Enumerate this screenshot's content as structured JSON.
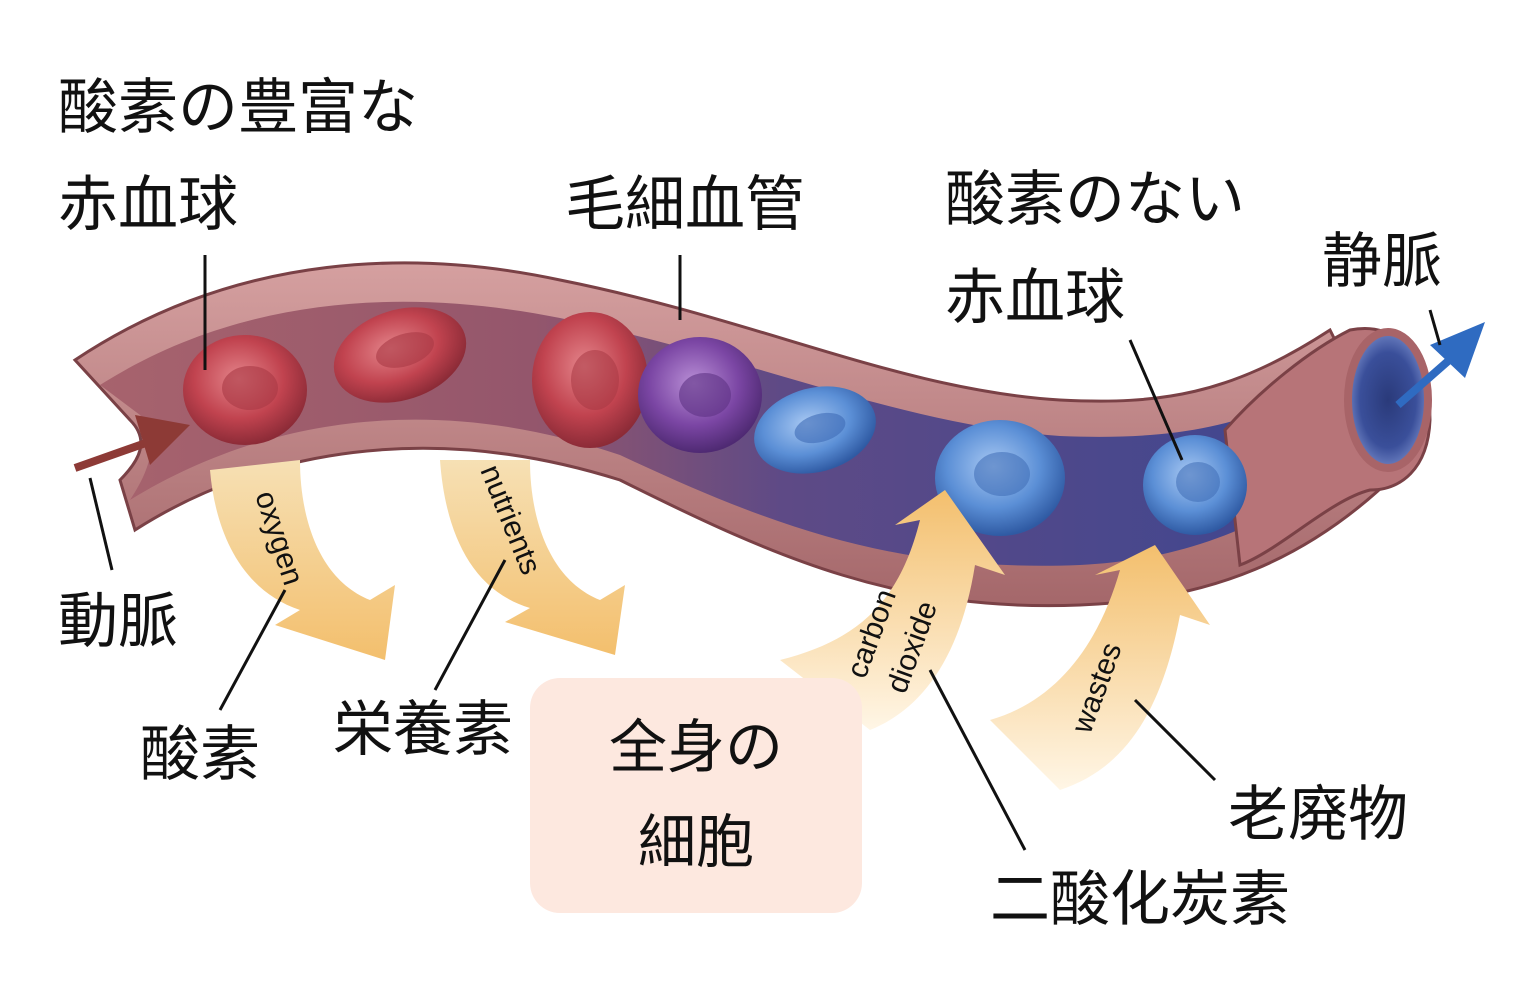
{
  "labels": {
    "oxygen_rich_line1": "酸素の豊富な",
    "oxygen_rich_line2": "赤血球",
    "capillary": "毛細血管",
    "oxygen_poor_line1": "酸素のない",
    "oxygen_poor_line2": "赤血球",
    "vein": "静脈",
    "artery": "動脈",
    "oxygen": "酸素",
    "nutrients": "栄養素",
    "body_cells_line1": "全身の",
    "body_cells_line2": "細胞",
    "waste": "老廃物",
    "carbon_dioxide": "二酸化炭素"
  },
  "arrow_labels": {
    "oxygen": "oxygen",
    "nutrients": "nutrients",
    "carbon_line1": "carbon",
    "carbon_line2": "dioxide",
    "wastes": "wastes"
  },
  "colors": {
    "vessel_wall": "#b87a7a",
    "vessel_wall_dark": "#8e5356",
    "lumen_red": "#9b5a68",
    "lumen_blue": "#4a4f93",
    "rbc_oxygenated": "#c9444f",
    "rbc_deoxygenated": "#5a8fd6",
    "flow_arrow": "#f4c77a",
    "cell_box": "#fde8df"
  }
}
